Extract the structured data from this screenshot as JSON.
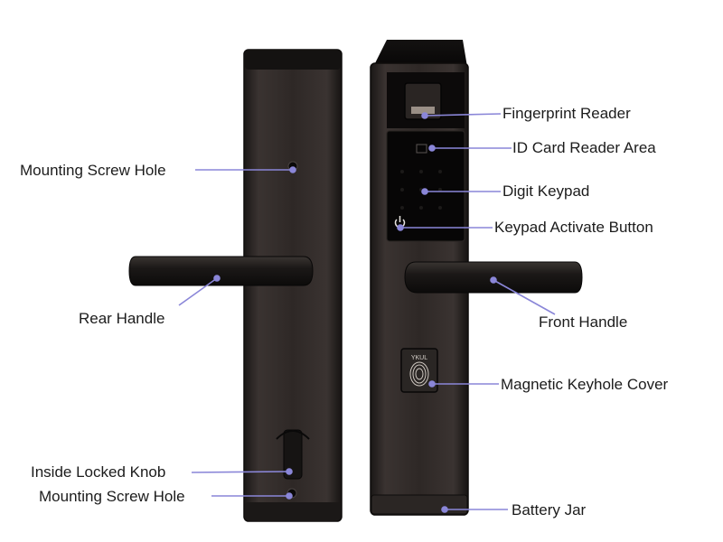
{
  "labels": {
    "fingerprint_reader": "Fingerprint Reader",
    "id_card_reader_area": "ID Card Reader Area",
    "digit_keypad": "Digit Keypad",
    "keypad_activate_button": "Keypad Activate Button",
    "front_handle": "Front Handle",
    "magnetic_keyhole_cover": "Magnetic Keyhole Cover",
    "battery_jar": "Battery Jar",
    "mounting_screw_hole_top": "Mounting Screw Hole",
    "rear_handle": "Rear Handle",
    "inside_locked_knob": "Inside Locked Knob",
    "mounting_screw_hole_bottom": "Mounting Screw Hole"
  },
  "keyhole_logo": "YKUL",
  "colors": {
    "leader_line": "#8a86d8",
    "lock_body": "#2b2624",
    "lock_edge": "#0e0c0b",
    "text": "#1c1c1c"
  }
}
